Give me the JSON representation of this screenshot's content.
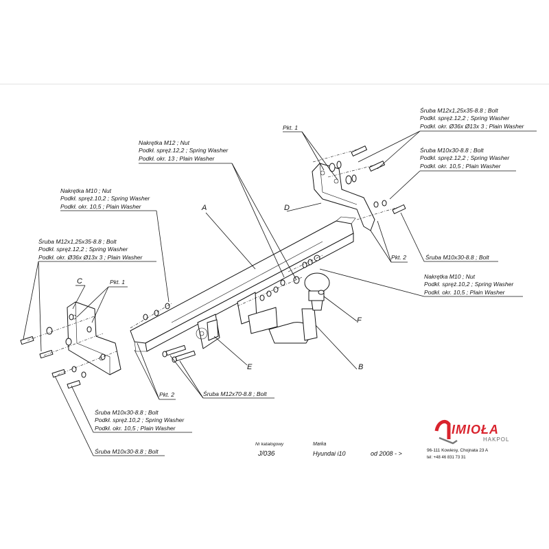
{
  "callouts": {
    "top_right_bolt": [
      "Śruba M12x1,25x35-8.8 ;  Bolt",
      "Podkł. spręż.12,2 ; Spring Washer",
      "Podkł. okr.  Ø36x Ø13x 3 ; Plain Washer"
    ],
    "right_bolt_m10": [
      "Śruba M10x30-8.8 ;  Bolt",
      "Podkł. spręż.12,2 ; Spring Washer",
      "Podkł. okr. 10,5 ; Plain Washer"
    ],
    "nut_m12": [
      "Nakrętka  M12 ; Nut",
      "Podkł. spręż.12,2 ; Spring Washer",
      "Podkł. okr. 13 ; Plain Washer"
    ],
    "nut_m10_left": [
      "Nakrętka  M10 ; Nut",
      "Podkł. spręż.10,2 ; Spring Washer",
      "Podkł. okr. 10,5 ; Plain Washer"
    ],
    "left_bolt_m12": [
      "Śruba M12x1,25x35-8.8 ;  Bolt",
      "Podkł. spręż.12,2 ; Spring Washer",
      "Podkł. okr.  Ø36x Ø13x 3 ; Plain Washer"
    ],
    "right_nut_m10": [
      "Nakrętka  M10 ; Nut",
      "Podkł. spręż.10,2 ; Spring Washer",
      "Podkł. okr. 10,5 ; Plain Washer"
    ],
    "right_single_bolt": "Śruba M10x30-8.8 ;  Bolt",
    "bottom_bolt_m10": [
      "Śruba M10x30-8.8 ;  Bolt",
      "Podkł. spręż.10,2 ; Spring Washer",
      "Podkł. okr. 10,5 ; Plain Washer"
    ],
    "bottom_single_bolt": "Śruba M10x30-8.8 ;  Bolt",
    "center_bolt_m12": "Śruba M12x70-8.8 ;  Bolt",
    "pkt1_left": "Pkt. 1",
    "pkt1_right": "Pkt. 1",
    "pkt2_left": "Pkt. 2",
    "pkt2_right": "Pkt. 2"
  },
  "parts": {
    "A": "A",
    "B": "B",
    "C": "C",
    "D": "D",
    "E": "E",
    "F": "F"
  },
  "footer": {
    "catalog_label": "Nr katalogowy",
    "catalog_number": "J/036",
    "brand_label": "Marka",
    "model": "Hyundai i10",
    "year": "od  2008 - >"
  },
  "logo": {
    "name": "IMIOŁA",
    "sub": "HAKPOL",
    "address": "96-111 Kowiesy, Chojnata 23 A",
    "phone": "tel: +48 46 831 73 31",
    "color": "#d9232d"
  }
}
